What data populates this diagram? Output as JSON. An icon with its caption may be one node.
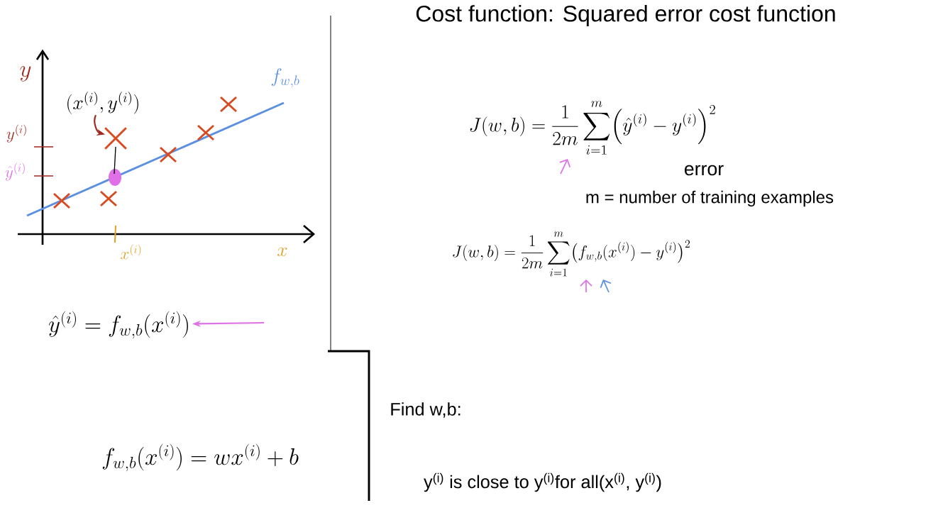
{
  "diagram": {
    "title": "Cost function: Squared error cost function",
    "nodes": [
      {
        "text": [
          "(x^{(i)}, y^{(i)})"
        ]
      },
      {
        "text": [],
        "shape": "cross"
      },
      {
        "text": [
          "\\hat{y}^{(i)} = f_{w,b}(x^{(i)})"
        ]
      }
    ],
    "edges": [
      {
        "from": 0,
        "to": 1,
        "arrow": "to",
        "color": "#a0281e"
      },
      {
        "from": null,
        "to": 2,
        "arrow": "to",
        "color": "#e070e8"
      }
    ],
    "labels": [
      "y",
      "f_{w,b}",
      "y^{(i)}",
      "\\hat{y}^{(i)}",
      "x^{(i)}",
      "x",
      "J(w,b) = \\frac{1}{2m}\\sum_{i=1}^{m}\\Bigl(\\hat{y}^{(i)} - y^{(i)}\\Bigr)^{2}",
      "error",
      "m = number of training examples",
      "J(w,b) = \\frac{1}{2m}\\sum_{i=1}^{m}\\bigl(f_{w,b}(x^{(i)}) - y^{(i)}\\bigr)^{2}",
      "f_{w,b}(x^{(i)}) = wx^{(i)} + b",
      "Find w,b:",
      "y$^{(i)}$ is close to y$^{(i)}$for all(x$^{(i)}$, y$^{(i)}$)"
    ]
  }
}
